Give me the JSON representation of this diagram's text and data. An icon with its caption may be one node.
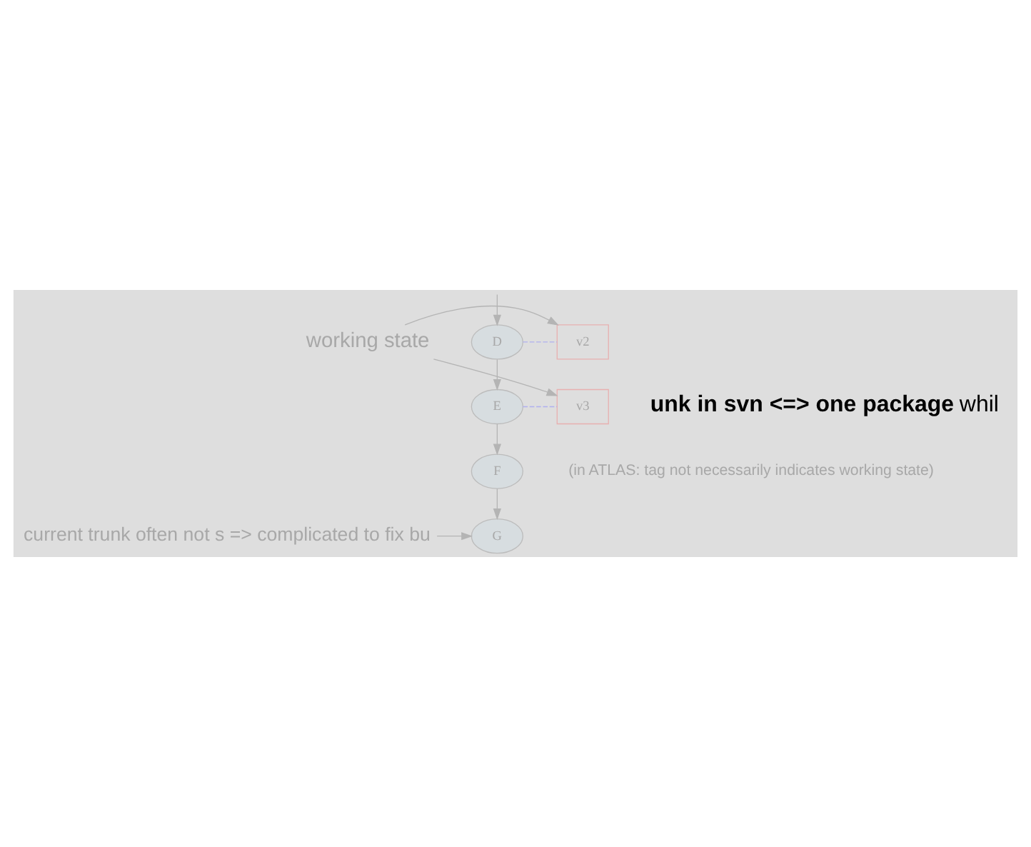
{
  "diagram": {
    "nodes": [
      {
        "text": [
          "D"
        ]
      },
      {
        "text": [
          "v2"
        ]
      },
      {
        "text": [
          "E"
        ]
      },
      {
        "text": [
          "v3"
        ]
      },
      {
        "text": [
          "F"
        ]
      },
      {
        "text": [
          "G"
        ]
      },
      {
        "text": [
          "working state"
        ]
      },
      {
        "text": [
          "current trunk often not s => complicated to fix bu"
        ]
      }
    ],
    "edges": [
      {
        "from": null,
        "to": 0,
        "arrow": "to"
      },
      {
        "from": 0,
        "to": 1,
        "arrow": "none",
        "style": "dashed",
        "color": "#b0b0f0"
      },
      {
        "from": 0,
        "to": 2,
        "arrow": "to"
      },
      {
        "from": 2,
        "to": 3,
        "arrow": "none",
        "style": "dashed",
        "color": "#b0b0f0"
      },
      {
        "from": 2,
        "to": 4,
        "arrow": "to"
      },
      {
        "from": 4,
        "to": 5,
        "arrow": "to"
      },
      {
        "from": 6,
        "to": 1,
        "arrow": "to"
      },
      {
        "from": 6,
        "to": 3,
        "arrow": "to"
      },
      {
        "from": 7,
        "to": 5,
        "arrow": "to"
      }
    ],
    "labels": [
      "**unk in svn <=> one package** whil",
      "(in ATLAS: tag not necessarily indicates working state)"
    ]
  }
}
